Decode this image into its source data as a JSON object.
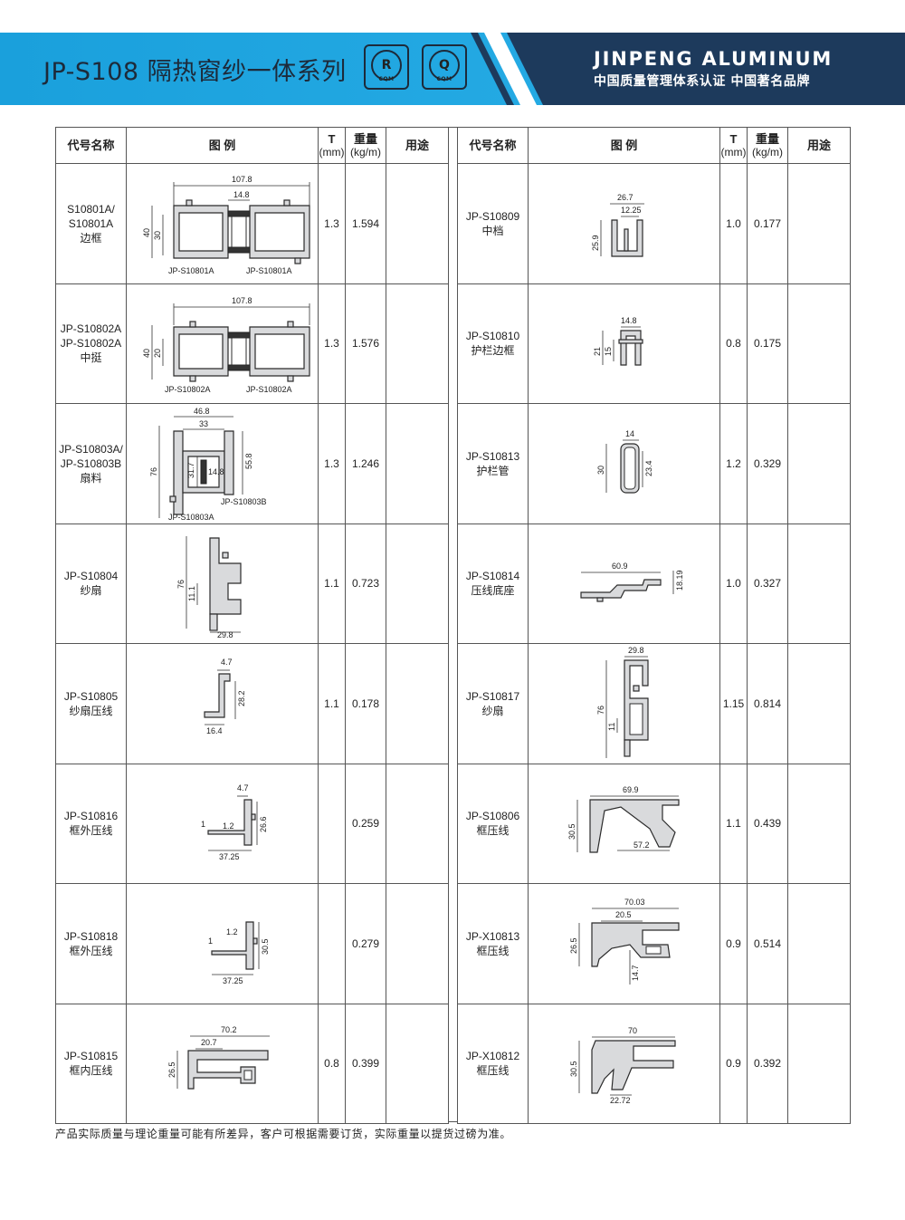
{
  "header": {
    "title": "JP-S108 隔热窗纱一体系列",
    "cert1": {
      "letter": "R",
      "label": "CQM"
    },
    "cert2": {
      "letter": "Q",
      "label": "CQM"
    },
    "brand_en": "JINPENG ALUMINUM",
    "brand_cn": "中国质量管理体系认证  中国著名品牌",
    "colors": {
      "light_blue": "#1ea3de",
      "dark_blue": "#1d3a5c",
      "navy_text": "#1d2a3a"
    }
  },
  "columns": {
    "code": "代号名称",
    "figure": "图      例",
    "t": "T",
    "t_unit": "(mm)",
    "weight": "重量",
    "weight_unit": "(kg/m)",
    "use": "用途"
  },
  "left_rows": [
    {
      "code": [
        "S10801A/",
        "S10801A",
        "边框"
      ],
      "t": "1.3",
      "weight": "1.594",
      "use": "",
      "dims": {
        "a": "107.8",
        "b": "14.8",
        "c": "40",
        "d": "30",
        "e": "JP-S10801A",
        "f": "JP-S10801A"
      }
    },
    {
      "code": [
        "JP-S10802A",
        "JP-S10802A",
        "中挺"
      ],
      "t": "1.3",
      "weight": "1.576",
      "use": "",
      "dims": {
        "a": "107.8",
        "b": "40",
        "c": "20",
        "d": "JP-S10802A",
        "e": "JP-S10802A"
      }
    },
    {
      "code": [
        "JP-S10803A/",
        "JP-S10803B",
        "扇料"
      ],
      "t": "1.3",
      "weight": "1.246",
      "use": "",
      "dims": {
        "a": "46.8",
        "b": "33",
        "c": "76",
        "d": "31.7",
        "e": "14.8",
        "f": "55.8",
        "g": "JP-S10803B",
        "h": "JP-S10803A"
      }
    },
    {
      "code": [
        "JP-S10804",
        "纱扇"
      ],
      "t": "1.1",
      "weight": "0.723",
      "use": "",
      "dims": {
        "a": "76",
        "b": "11.1",
        "c": "29.8"
      }
    },
    {
      "code": [
        "JP-S10805",
        "纱扇压线"
      ],
      "t": "1.1",
      "weight": "0.178",
      "use": "",
      "dims": {
        "a": "4.7",
        "b": "28.2",
        "c": "16.4"
      }
    },
    {
      "code": [
        "JP-S10816",
        "框外压线"
      ],
      "t": "",
      "weight": "0.259",
      "use": "",
      "dims": {
        "a": "4.7",
        "b": "1",
        "c": "1.2",
        "d": "26.6",
        "e": "37.25"
      }
    },
    {
      "code": [
        "JP-S10818",
        "框外压线"
      ],
      "t": "",
      "weight": "0.279",
      "use": "",
      "dims": {
        "a": "1.2",
        "b": "1",
        "c": "30.5",
        "d": "37.25"
      }
    },
    {
      "code": [
        "JP-S10815",
        "框内压线"
      ],
      "t": "0.8",
      "weight": "0.399",
      "use": "",
      "dims": {
        "a": "70.2",
        "b": "20.7",
        "c": "26.5"
      }
    }
  ],
  "right_rows": [
    {
      "code": [
        "JP-S10809",
        "中档"
      ],
      "t": "1.0",
      "weight": "0.177",
      "use": "",
      "dims": {
        "a": "26.7",
        "b": "12.25",
        "c": "25.9"
      }
    },
    {
      "code": [
        "JP-S10810",
        "护栏边框"
      ],
      "t": "0.8",
      "weight": "0.175",
      "use": "",
      "dims": {
        "a": "14.8",
        "b": "21",
        "c": "15"
      }
    },
    {
      "code": [
        "JP-S10813",
        "护栏管"
      ],
      "t": "1.2",
      "weight": "0.329",
      "use": "",
      "dims": {
        "a": "14",
        "b": "30",
        "c": "23.4"
      }
    },
    {
      "code": [
        "JP-S10814",
        "压线底座"
      ],
      "t": "1.0",
      "weight": "0.327",
      "use": "",
      "dims": {
        "a": "60.9",
        "b": "18.19"
      }
    },
    {
      "code": [
        "JP-S10817",
        "纱扇"
      ],
      "t": "1.15",
      "weight": "0.814",
      "use": "",
      "dims": {
        "a": "29.8",
        "b": "76",
        "c": "11"
      }
    },
    {
      "code": [
        "JP-S10806",
        "框压线"
      ],
      "t": "1.1",
      "weight": "0.439",
      "use": "",
      "dims": {
        "a": "69.9",
        "b": "30.5",
        "c": "57.2"
      }
    },
    {
      "code": [
        "JP-X10813",
        "框压线"
      ],
      "t": "0.9",
      "weight": "0.514",
      "use": "",
      "dims": {
        "a": "70.03",
        "b": "20.5",
        "c": "26.5",
        "d": "14.7"
      }
    },
    {
      "code": [
        "JP-X10812",
        "框压线"
      ],
      "t": "0.9",
      "weight": "0.392",
      "use": "",
      "dims": {
        "a": "70",
        "b": "30.5",
        "c": "22.72"
      }
    }
  ],
  "footnote": "产品实际质量与理论重量可能有所差异，客户可根据需要订货，实际重量以提货过磅为准。"
}
